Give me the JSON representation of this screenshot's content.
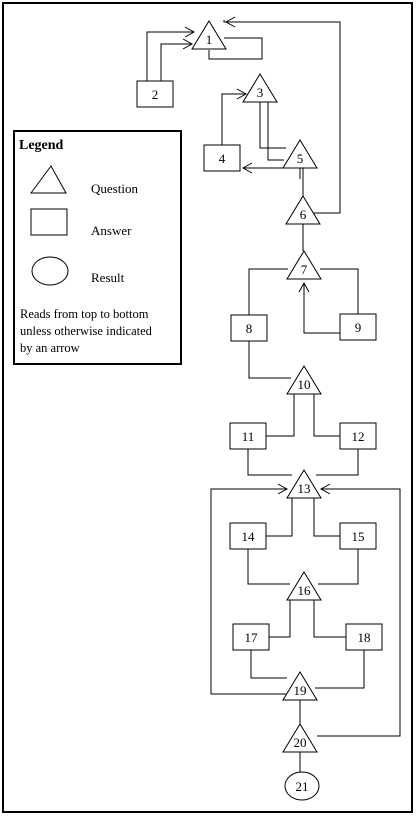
{
  "legend": {
    "title": "Legend",
    "items": [
      {
        "shape": "triangle",
        "label": "Question"
      },
      {
        "shape": "rectangle",
        "label": "Answer"
      },
      {
        "shape": "ellipse",
        "label": "Result"
      }
    ],
    "note_lines": [
      "Reads from top to bottom",
      "unless otherwise indicated",
      "by an arrow"
    ]
  },
  "nodes": [
    {
      "id": "1",
      "shape": "triangle"
    },
    {
      "id": "2",
      "shape": "rectangle"
    },
    {
      "id": "3",
      "shape": "triangle"
    },
    {
      "id": "4",
      "shape": "rectangle"
    },
    {
      "id": "5",
      "shape": "triangle"
    },
    {
      "id": "6",
      "shape": "triangle"
    },
    {
      "id": "7",
      "shape": "triangle"
    },
    {
      "id": "8",
      "shape": "rectangle"
    },
    {
      "id": "9",
      "shape": "rectangle"
    },
    {
      "id": "10",
      "shape": "triangle"
    },
    {
      "id": "11",
      "shape": "rectangle"
    },
    {
      "id": "12",
      "shape": "rectangle"
    },
    {
      "id": "13",
      "shape": "triangle"
    },
    {
      "id": "14",
      "shape": "rectangle"
    },
    {
      "id": "15",
      "shape": "rectangle"
    },
    {
      "id": "16",
      "shape": "triangle"
    },
    {
      "id": "17",
      "shape": "rectangle"
    },
    {
      "id": "18",
      "shape": "rectangle"
    },
    {
      "id": "19",
      "shape": "triangle"
    },
    {
      "id": "20",
      "shape": "triangle"
    },
    {
      "id": "21",
      "shape": "ellipse"
    }
  ]
}
